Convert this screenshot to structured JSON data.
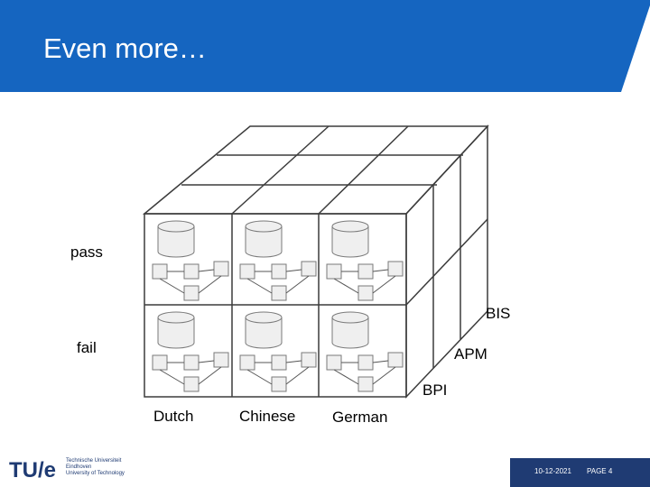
{
  "slide": {
    "title": "Even more…",
    "colors": {
      "header": "#1565c0",
      "footer": "#1f3b73"
    }
  },
  "diagram": {
    "row_labels": [
      "pass",
      "fail"
    ],
    "column_labels": [
      "Dutch",
      "Chinese",
      "German"
    ],
    "depth_labels": [
      "BIS",
      "APM",
      "BPI"
    ]
  },
  "branding": {
    "logo_text": "TU/e",
    "logo_lines": [
      "Technische Universiteit",
      "Eindhoven",
      "University of Technology"
    ]
  },
  "footer": {
    "date": "10-12-2021",
    "page": "PAGE 4"
  }
}
